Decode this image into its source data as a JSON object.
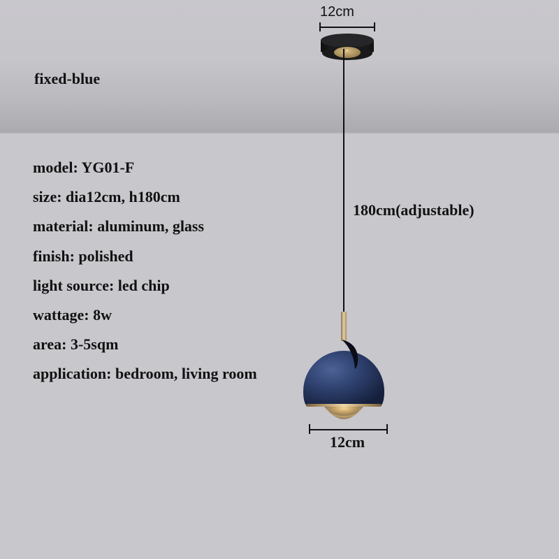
{
  "variant_label": "fixed-blue",
  "dimensions": {
    "canopy_width": "12cm",
    "cord_height": "180cm(adjustable)",
    "shade_width": "12cm"
  },
  "specs": [
    {
      "label": "model: YG01-F"
    },
    {
      "label": "size: dia12cm, h180cm"
    },
    {
      "label": "material: aluminum, glass"
    },
    {
      "label": "finish: polished"
    },
    {
      "label": "light source: led chip"
    },
    {
      "label": "wattage: 8w"
    },
    {
      "label": "area: 3-5sqm"
    },
    {
      "label": "application: bedroom, living room"
    }
  ],
  "colors": {
    "background": "#c8c7cc",
    "shade_blue": "#2b3b63",
    "brass": "#c9a96e",
    "canopy_black": "#1c1c1e"
  }
}
